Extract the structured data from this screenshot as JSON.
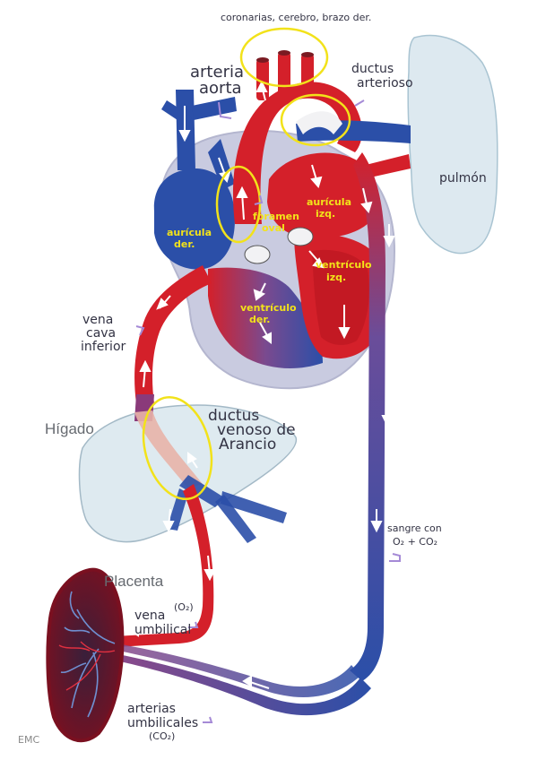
{
  "labels": {
    "top_arteries": "coronarias, cerebro, brazo der.",
    "arteria_aorta_1": "arteria",
    "arteria_aorta_2": "aorta",
    "ductus_arterioso_1": "ductus",
    "ductus_arterioso_2": "arterioso",
    "pulmon": "pulmón",
    "auricula_der_1": "aurícula",
    "auricula_der_2": "der.",
    "foramen_oval_1": "foramen",
    "foramen_oval_2": "oval",
    "auricula_izq_1": "aurícula",
    "auricula_izq_2": "izq.",
    "ventriculo_izq_1": "ventrículo",
    "ventriculo_izq_2": "izq.",
    "ventriculo_der_1": "ventrículo",
    "ventriculo_der_2": "der.",
    "vena_cava_1": "vena",
    "vena_cava_2": "cava",
    "vena_cava_3": "inferior",
    "higado": "Hígado",
    "ductus_venoso_1": "ductus",
    "ductus_venoso_2": "venoso de",
    "ductus_venoso_3": "Arancio",
    "sangre_1": "sangre con",
    "sangre_2": "O₂ + CO₂",
    "placenta": "Placenta",
    "vena_umbilical_1": "vena",
    "vena_umbilical_2": "umbilical",
    "vena_umbilical_o2": "(O₂)",
    "arterias_umbilicales_1": "arterias",
    "arterias_umbilicales_2": "umbilicales",
    "arterias_umbilicales_co2": "(CO₂)",
    "signature": "EMC"
  },
  "colors": {
    "oxygenated": "#d4202a",
    "deoxygenated": "#2b4fa8",
    "mixed": "#7a4a8f",
    "organ_fill": "#dde9f0",
    "heart_outline": "#c9cbe0",
    "highlight_circle": "#f2e21a",
    "annotation_arrow": "#a58ad6"
  }
}
